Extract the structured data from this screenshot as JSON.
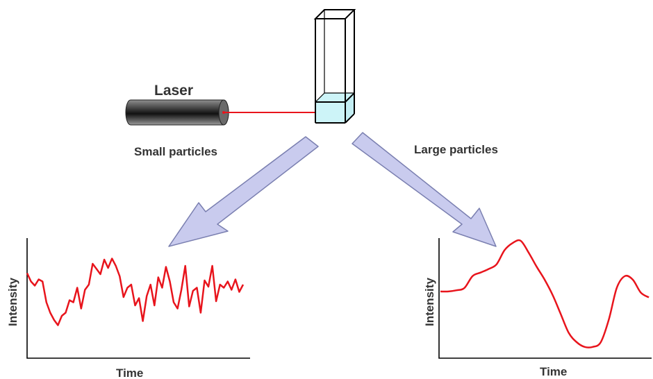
{
  "labels": {
    "laser": "Laser",
    "small_particles": "Small particles",
    "large_particles": "Large particles"
  },
  "charts": {
    "small": {
      "xlabel": "Time",
      "ylabel": "Intensity"
    },
    "large": {
      "xlabel": "Time",
      "ylabel": "Intensity"
    }
  },
  "colors": {
    "beam": "#e8141c",
    "signal": "#e8141c",
    "arrow_fill": "#c9cbee",
    "arrow_stroke": "#7a7fb0",
    "liquid": "#cdf4f8",
    "text": "#333333"
  },
  "chart_data": [
    {
      "type": "line",
      "title": "",
      "xlabel": "Time",
      "ylabel": "Intensity",
      "ylim": [
        0,
        10
      ],
      "series": [
        {
          "values": [
            7.1,
            6.3,
            5.9,
            6.5,
            6.3,
            4.3,
            3.3,
            2.6,
            2.1,
            3.0,
            3.3,
            4.5,
            4.3,
            5.7,
            3.7,
            5.5,
            6.0,
            8.0,
            7.5,
            7.0,
            8.4,
            7.6,
            8.5,
            7.8,
            6.8,
            4.8,
            5.7,
            6.0,
            4.0,
            4.7,
            2.5,
            4.9,
            6.0,
            4.0,
            6.7,
            5.7,
            7.7,
            6.3,
            4.3,
            3.7,
            5.5,
            7.8,
            3.9,
            5.4,
            5.7,
            3.3,
            6.4,
            5.8,
            7.8,
            4.4,
            6.0,
            5.7,
            6.3,
            5.5,
            6.5,
            5.3,
            6.0
          ]
        }
      ]
    },
    {
      "type": "line",
      "title": "",
      "xlabel": "Time",
      "ylabel": "Intensity",
      "ylim": [
        0,
        10
      ],
      "series": [
        {
          "values": [
            5.3,
            5.3,
            5.4,
            5.6,
            6.6,
            6.9,
            7.2,
            7.6,
            8.8,
            9.4,
            9.6,
            8.6,
            7.4,
            6.3,
            5.0,
            3.4,
            1.8,
            1.0,
            0.6,
            0.6,
            1.0,
            2.9,
            5.6,
            6.6,
            6.3,
            5.2,
            4.8
          ]
        }
      ]
    }
  ]
}
